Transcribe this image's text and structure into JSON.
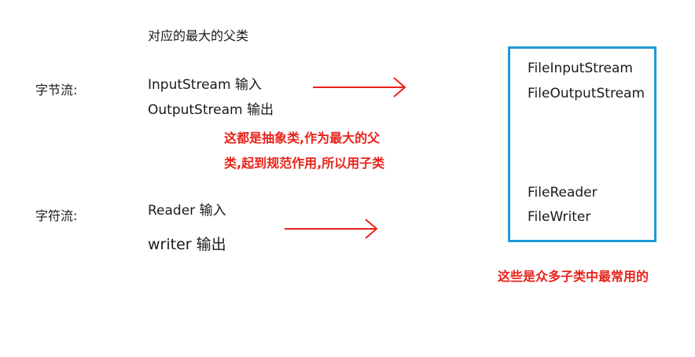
{
  "heading": "对应的最大的父类",
  "byte_stream": {
    "label": "字节流:",
    "classes": [
      "InputStream 输入",
      "OutputStream 输出"
    ]
  },
  "char_stream": {
    "label": "字符流:",
    "classes": [
      "Reader 输入",
      "writer 输出"
    ]
  },
  "abstract_note": {
    "line1": "这都是抽象类,作为最大的父",
    "line2": "类,起到规范作用,所以用子类"
  },
  "subclass_box": {
    "byte_subclasses": [
      "FileInputStream",
      "FileOutputStream"
    ],
    "char_subclasses": [
      "FileReader",
      "FileWriter"
    ]
  },
  "footer_note": "这些是众多子类中最常用的",
  "colors": {
    "arrow": "#e8231b",
    "note_text": "#e8231b",
    "box_border": "#1e9bd7"
  }
}
